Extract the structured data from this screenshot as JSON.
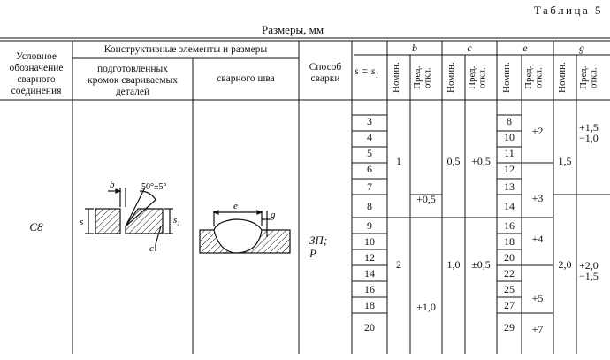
{
  "table_label": "Таблица 5",
  "caption": "Размеры, мм",
  "headers": {
    "symbol": [
      "Условное",
      "обозначение",
      "сварного",
      "соединения"
    ],
    "constructive": "Конструктивные элементы и размеры",
    "prepared_edges": [
      "подготовленных",
      "кромок свариваемых",
      "деталей"
    ],
    "weld": "сварного шва",
    "method": [
      "Способ",
      "сварки"
    ],
    "s_eq": "s = s",
    "s_sub": "1",
    "col_b": "b",
    "col_c": "c",
    "col_e": "e",
    "col_g": "g",
    "nom": "Номин.",
    "dev": [
      "Пред.",
      "откл."
    ]
  },
  "row": {
    "symbol": "С8",
    "method": [
      "ЗП;",
      "Р"
    ],
    "s_values": [
      "3",
      "4",
      "5",
      "6",
      "7",
      "8",
      "9",
      "10",
      "12",
      "14",
      "16",
      "18",
      "20"
    ],
    "b_nom": [
      "1",
      "2"
    ],
    "b_dev": [
      "+0,5",
      "+1,0"
    ],
    "c_nom": [
      "0,5",
      "1,0"
    ],
    "c_dev": [
      "+0,5",
      "±0,5"
    ],
    "e_nom": [
      "8",
      "10",
      "11",
      "12",
      "13",
      "14",
      "16",
      "18",
      "20",
      "22",
      "25",
      "27",
      "29"
    ],
    "e_dev": [
      "+2",
      "+3",
      "+4",
      "+5",
      "+7"
    ],
    "g_nom": [
      "1,5",
      "2,0"
    ],
    "g_dev1": [
      "+1,5",
      "−1,0"
    ],
    "g_dev2": [
      "+2,0",
      "−1,5"
    ]
  },
  "drawing": {
    "b": "b",
    "angle": "50°±5°",
    "s": "s",
    "s1": "s",
    "s1_sub": "1",
    "c": "c",
    "e": "e",
    "g": "g"
  }
}
